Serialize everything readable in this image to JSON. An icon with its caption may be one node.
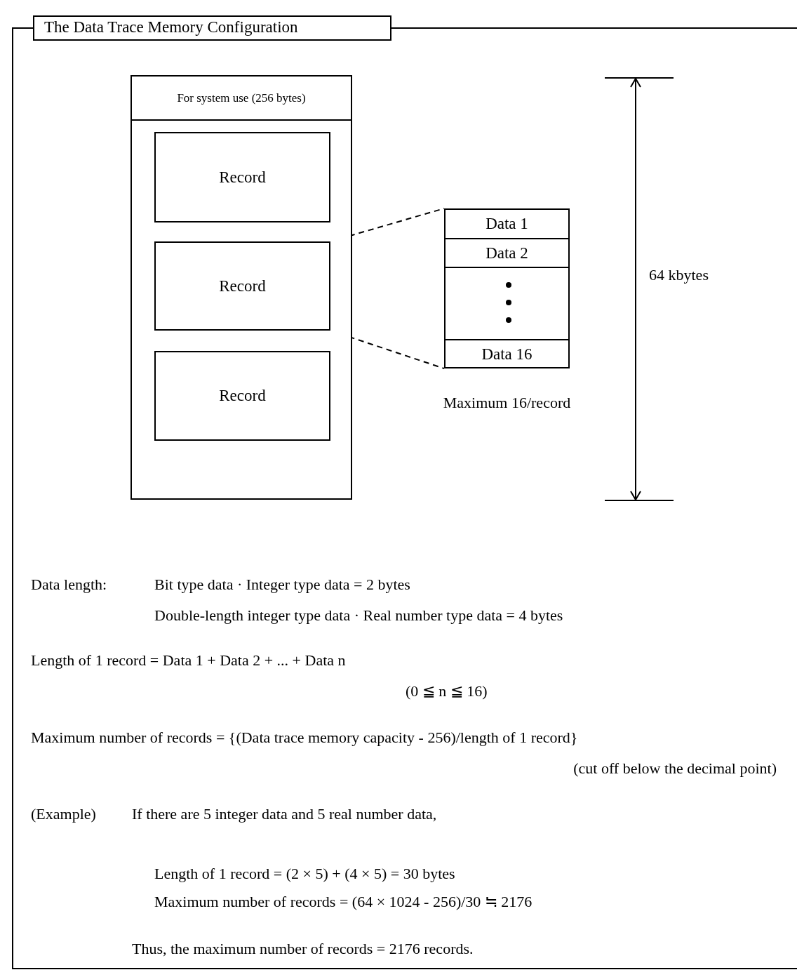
{
  "diagram": {
    "title": "The Data Trace Memory Configuration",
    "nodes": [
      {
        "text": [
          "For system use (256 bytes)"
        ]
      },
      {
        "text": [
          "Record"
        ],
        "in": 0
      },
      {
        "text": [
          "Record"
        ],
        "in": 0
      },
      {
        "text": [
          "Record"
        ],
        "in": 0
      },
      {
        "text": [],
        "shape": "box",
        "beside": [
          "Maximum 16/record"
        ]
      },
      {
        "text": [
          "Data 1"
        ],
        "in": 4
      },
      {
        "text": [
          "Data 2"
        ],
        "in": 4
      },
      {
        "text": [],
        "shape": "box",
        "in": 4
      },
      {
        "text": [
          "Data 16"
        ],
        "in": 4
      }
    ],
    "edges": [
      {
        "from": 2,
        "to": 4,
        "arrow": "none",
        "style": "dashed"
      },
      {
        "from": 2,
        "to": 4,
        "arrow": "none",
        "style": "dashed"
      }
    ],
    "labels": [
      "64 kbytes",
      "Data length:",
      "Bit type data · Integer type data = 2 bytes",
      "Double-length integer type data · Real number type data = 4 bytes",
      "Length of 1 record = Data 1 + Data 2 + ... + Data n",
      "(0 ≦ n ≦ 16)",
      "Maximum number of records = {(Data trace memory capacity - 256)/length of 1 record}",
      "(cut off below the decimal point)",
      "(Example)",
      "If there are 5 integer data and 5 real number data,",
      "Length of 1 record = (2 × 5) + (4 × 5) = 30 bytes",
      "Maximum number of records = (64 × 1024 - 256)/30 ≒ 2176",
      "Thus, the maximum number of records = 2176 records."
    ]
  }
}
